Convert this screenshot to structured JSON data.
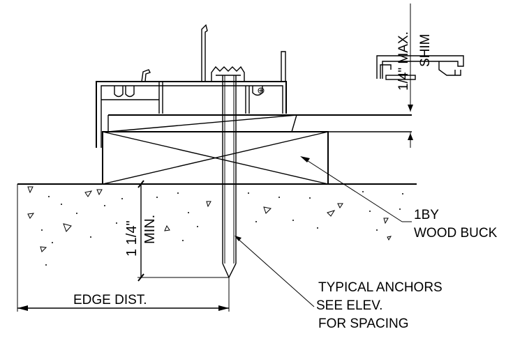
{
  "diagram": {
    "labels": {
      "max_shim": "1/4\" MAX.",
      "shim": "SHIM",
      "embed_depth": "1 1/4\"",
      "embed_min": "MIN.",
      "buck_line1": "1BY",
      "buck_line2": "WOOD BUCK",
      "edge_dist": "EDGE DIST.",
      "anchor_line1": "TYPICAL ANCHORS",
      "anchor_line2": "SEE ELEV.",
      "anchor_line3": "FOR SPACING"
    },
    "colors": {
      "line": "#000000",
      "background": "#ffffff"
    }
  }
}
